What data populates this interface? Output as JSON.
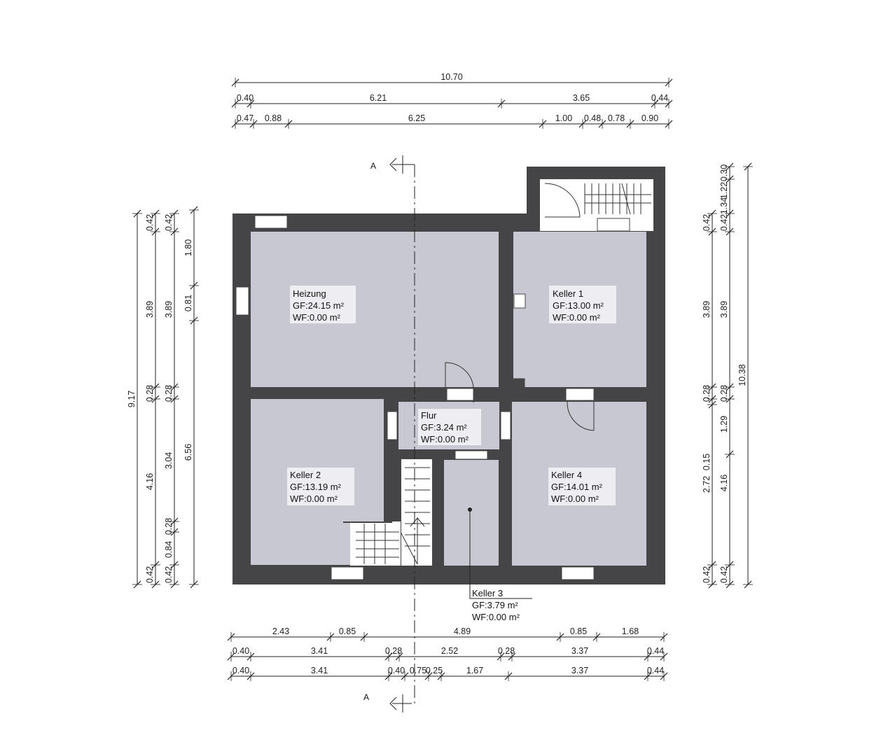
{
  "floorplan": {
    "colors": {
      "wall": "#454547",
      "room": "#c7c7d1",
      "label_bg": "#ffffff",
      "line": "#222222"
    },
    "rooms": [
      {
        "name": "Heizung",
        "gf": "GF:24.15 m²",
        "wf": "WF:0.00 m²"
      },
      {
        "name": "Keller 1",
        "gf": "GF:13.00 m²",
        "wf": "WF:0.00 m²"
      },
      {
        "name": "Flur",
        "gf": "GF:3.24 m²",
        "wf": "WF:0.00 m²"
      },
      {
        "name": "Keller 2",
        "gf": "GF:13.19 m²",
        "wf": "WF:0.00 m²"
      },
      {
        "name": "Keller 4",
        "gf": "GF:14.01 m²",
        "wf": "WF:0.00 m²"
      },
      {
        "name": "Keller 3",
        "gf": "GF:3.79 m²",
        "wf": "WF:0.00 m²"
      }
    ],
    "section_marker": "A",
    "dims": {
      "top_total": "10.70",
      "top_row2": [
        "0.40",
        "6.21",
        "3.65",
        "0.44"
      ],
      "top_row3": [
        "0.47",
        "0.88",
        "6.25",
        "1.00",
        "0.48",
        "0.78",
        "0.90"
      ],
      "bottom_row1": [
        "2.43",
        "0.85",
        "4.89",
        "0.85",
        "1.68"
      ],
      "bottom_row2": [
        "0.40",
        "3.41",
        "0.28",
        "2.52",
        "0.28",
        "3.37",
        "0.44"
      ],
      "bottom_row3": [
        "0.40",
        "3.41",
        "0.40",
        "0.75",
        "0.25",
        "1.67",
        "3.37",
        "0.44"
      ],
      "left_total": "9.17",
      "left_col2": [
        "0.42",
        "3.89",
        "0.28",
        "4.16",
        "0.42"
      ],
      "left_col3": [
        "0.42",
        "3.89",
        "0.28",
        "3.04",
        "0.28",
        "0.84",
        "0.42"
      ],
      "left_col4": [
        "1.80",
        "0.81",
        "6.56"
      ],
      "right_total": "10.38",
      "right_col1": [
        "0.42",
        "3.89",
        "0.28",
        "0.15",
        "2.72",
        "0.42"
      ],
      "right_col2": [
        "1.22",
        "1.34",
        "0.42",
        "3.89",
        "0.28",
        "1.29",
        "4.16",
        "0.42"
      ],
      "right_col2_top": "0.30"
    }
  }
}
